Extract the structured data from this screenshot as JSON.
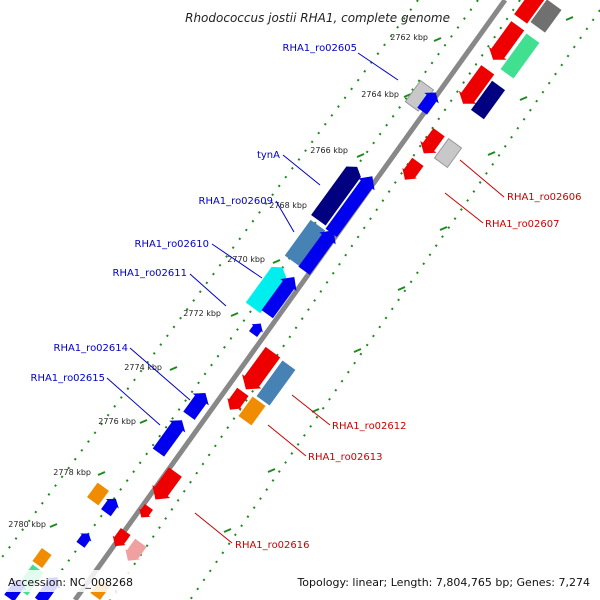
{
  "map": {
    "title": "Rhodococcus jostii RHA1, complete genome",
    "accession_label": "Accession: NC_008268",
    "summary_label": "Topology: linear; Length: 7,804,765 bp; Genes: 7,274"
  },
  "ticks": [
    "2762 kbp",
    "2764 kbp",
    "2766 kbp",
    "2768 kbp",
    "2770 kbp",
    "2772 kbp",
    "2774 kbp",
    "2776 kbp",
    "2778 kbp",
    "2780 kbp"
  ],
  "gene_labels_left": [
    "RHA1_ro02605",
    "tynA",
    "RHA1_ro02609",
    "RHA1_ro02610",
    "RHA1_ro02611",
    "RHA1_ro02614",
    "RHA1_ro02615"
  ],
  "gene_labels_right": [
    "RHA1_ro02606",
    "RHA1_ro02607",
    "RHA1_ro02612",
    "RHA1_ro02613",
    "RHA1_ro02616"
  ],
  "colors": {
    "backbone": "#888888",
    "tick": "#1e8a1e",
    "left_label": "#0000cc",
    "right_label": "#cc0000",
    "blue": "#0000ee",
    "red": "#ee0000",
    "navy": "#000080",
    "steel": "#4682b4",
    "cyan": "#00eeee",
    "gray": "#c8c8c8",
    "orange": "#f08c00",
    "pink": "#f0a0a0",
    "green": "#40e090"
  }
}
